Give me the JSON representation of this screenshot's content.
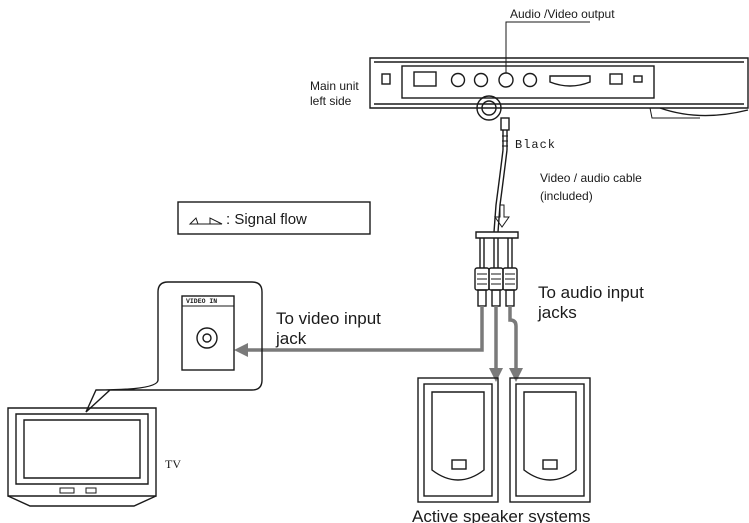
{
  "title_partial": "",
  "labels": {
    "av_output": "Audio /Video output",
    "main_unit": "Main unit",
    "left_side": "left side",
    "black": "Black",
    "cable_line1": "Video / audio cable",
    "cable_line2": "(included)",
    "signal_flow": ": Signal flow",
    "to_video_line1": "To video input",
    "to_video_line2": "jack",
    "to_audio_line1": "To audio input",
    "to_audio_line2": "jacks",
    "video_in": "VIDEO IN",
    "tv": "TV",
    "speakers": "Active speaker systems"
  },
  "icons": {
    "signal_flow": "signal-flow-arrow-icon"
  },
  "colors": {
    "line": "#1a1a1a",
    "signal_arrow": "#7a7a7a"
  }
}
